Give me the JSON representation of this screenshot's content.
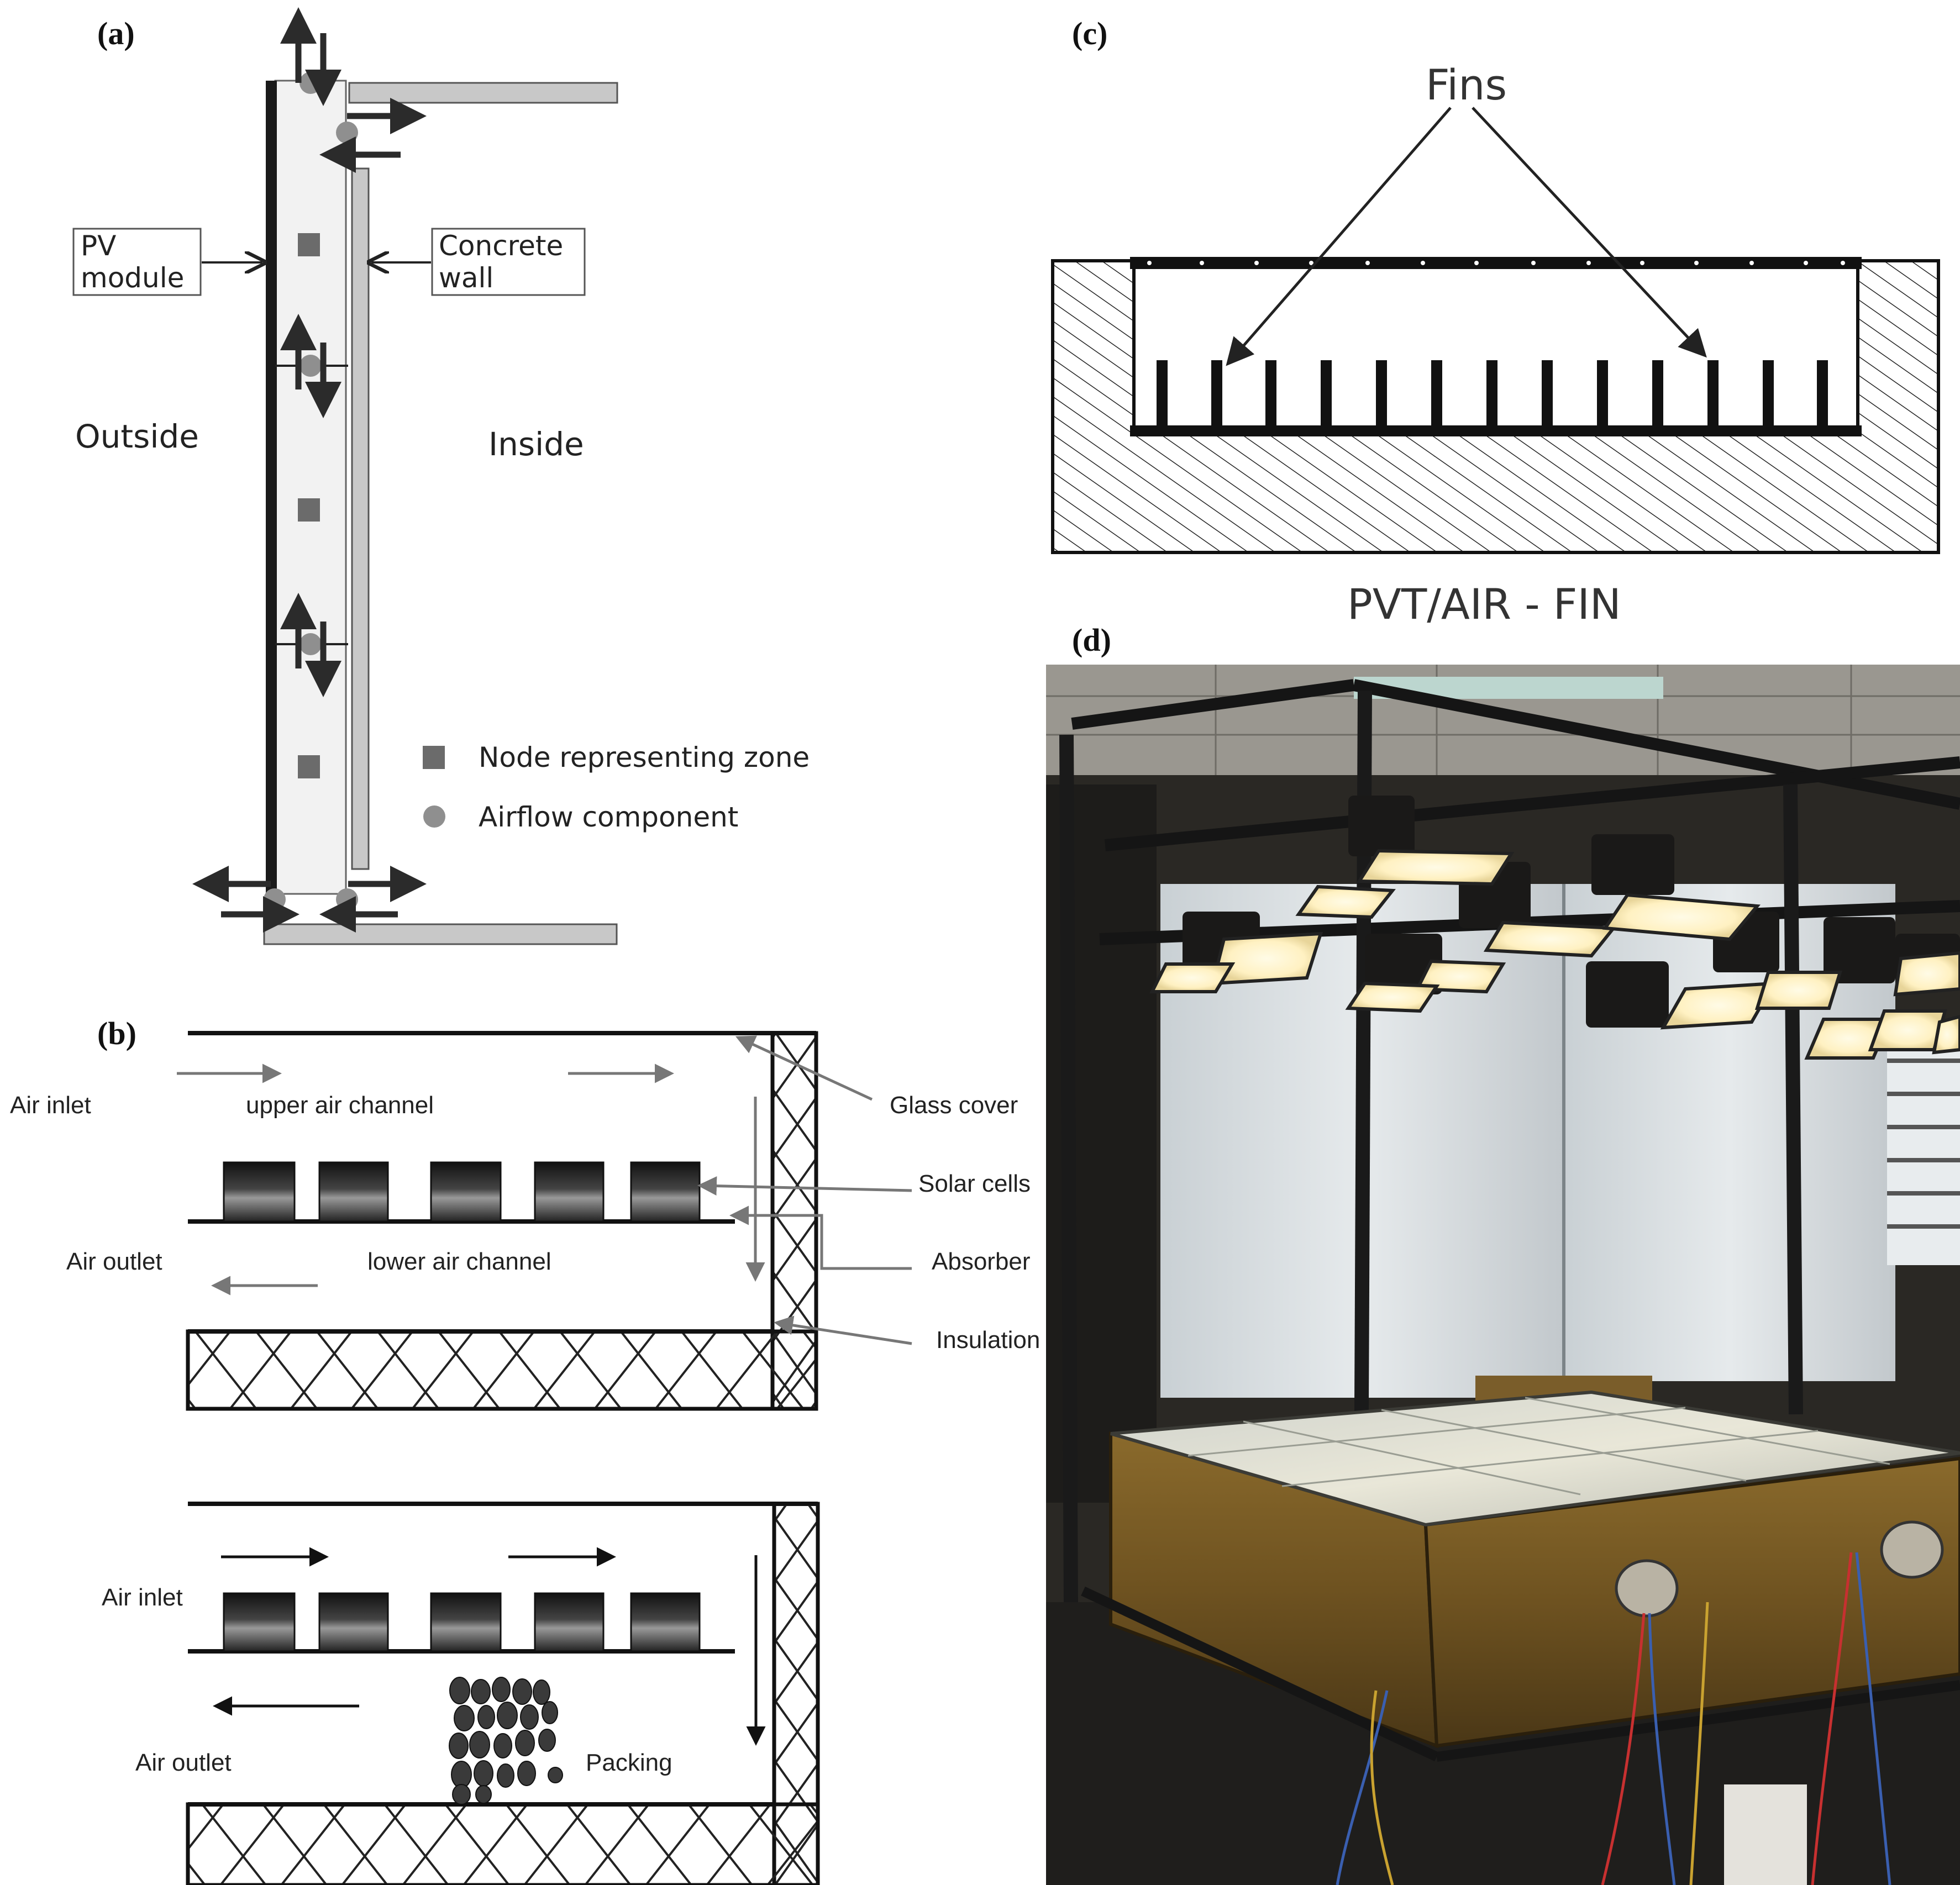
{
  "panels": {
    "a": {
      "label": "(a)",
      "pv_module": [
        "PV",
        "module"
      ],
      "concrete_wall": [
        "Concrete",
        "wall"
      ],
      "outside": "Outside",
      "inside": "Inside",
      "legend_node": "Node representing zone",
      "legend_airflow": "Airflow component"
    },
    "b": {
      "label": "(b)",
      "top": {
        "air_inlet": "Air inlet",
        "upper_air_channel": "upper air channel",
        "air_outlet": "Air outlet",
        "lower_air_channel": "lower air channel",
        "glass_cover": "Glass cover",
        "solar_cells": "Solar cells",
        "absorber": "Absorber",
        "insulation": "Insulation"
      },
      "bottom": {
        "air_inlet": "Air inlet",
        "air_outlet": "Air outlet",
        "packing": "Packing"
      }
    },
    "c": {
      "label": "(c)",
      "fins": "Fins",
      "title": "PVT/AIR - FIN"
    },
    "d": {
      "label": "(d)"
    }
  },
  "colors": {
    "dark": "#1a1a1a",
    "grey_fill": "#c8c8c8",
    "channel_fill": "#f2f2f2",
    "node": "#6b6b6b",
    "arrow_grey": "#777777"
  }
}
